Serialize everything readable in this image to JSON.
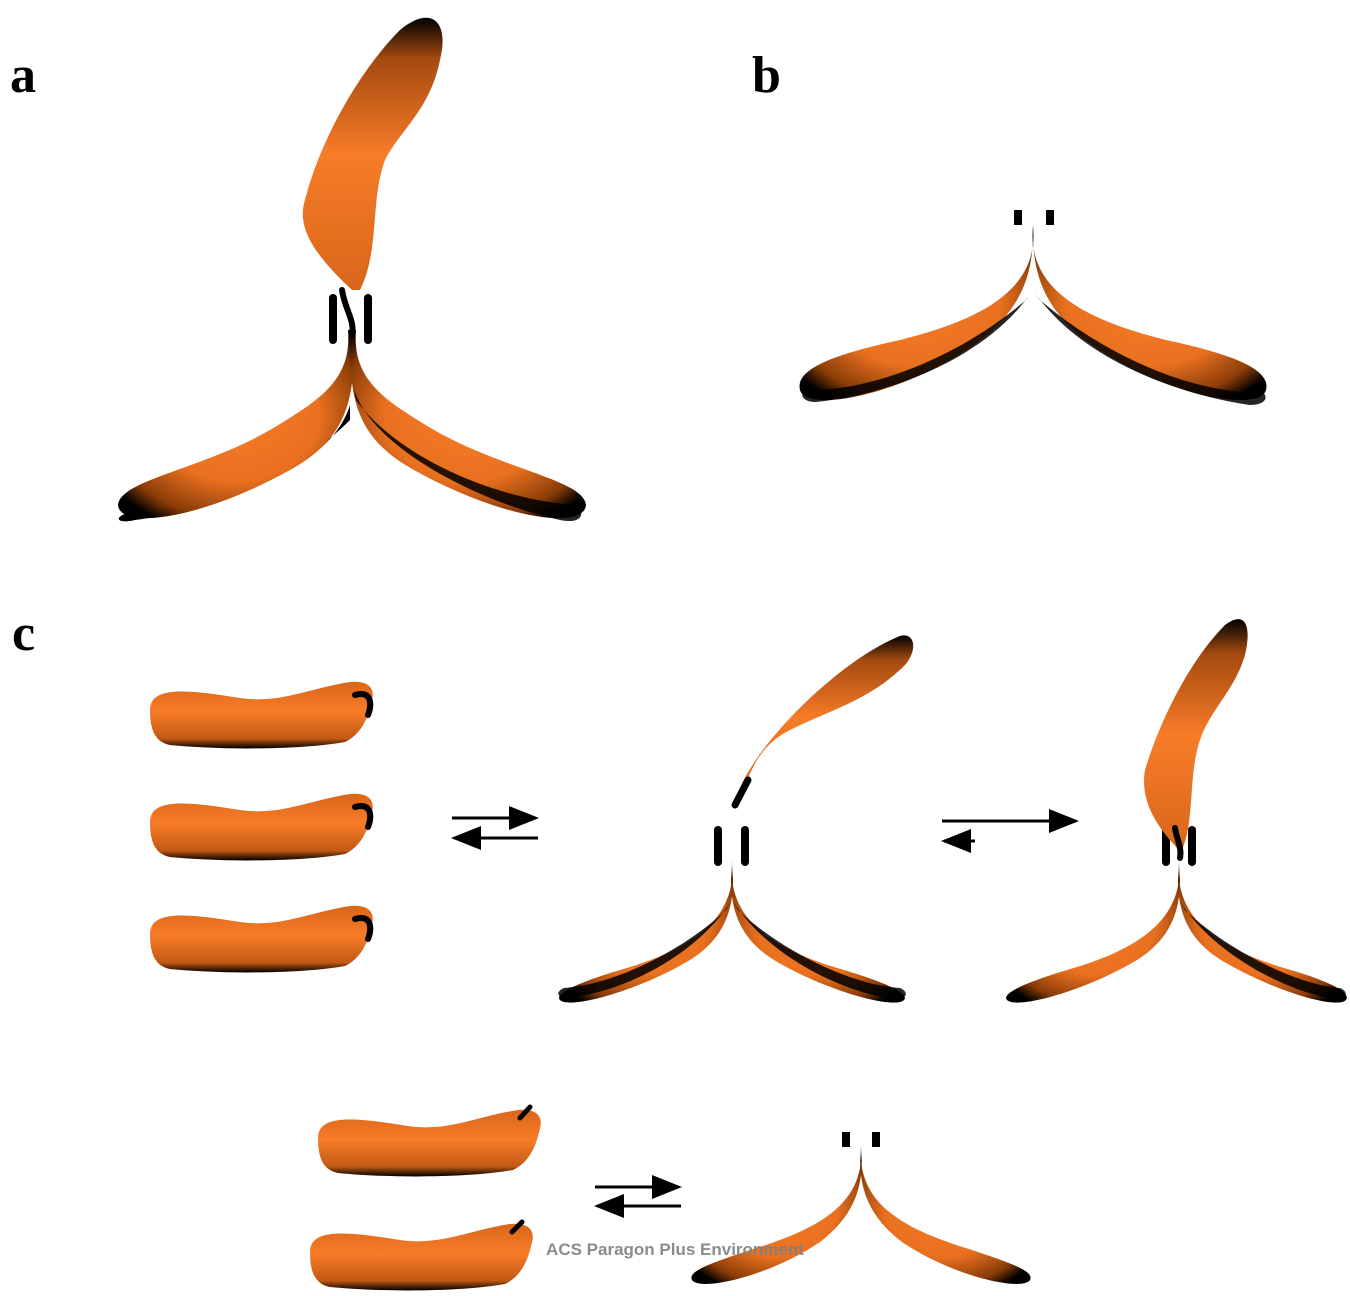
{
  "labels": {
    "a": "a",
    "b": "b",
    "c": "c"
  },
  "watermark": "ACS Paragon Plus Environment",
  "colors": {
    "protein_light": "#f57a26",
    "protein_mid": "#e06a1a",
    "protein_dark": "#000000",
    "arrow": "#000000"
  }
}
